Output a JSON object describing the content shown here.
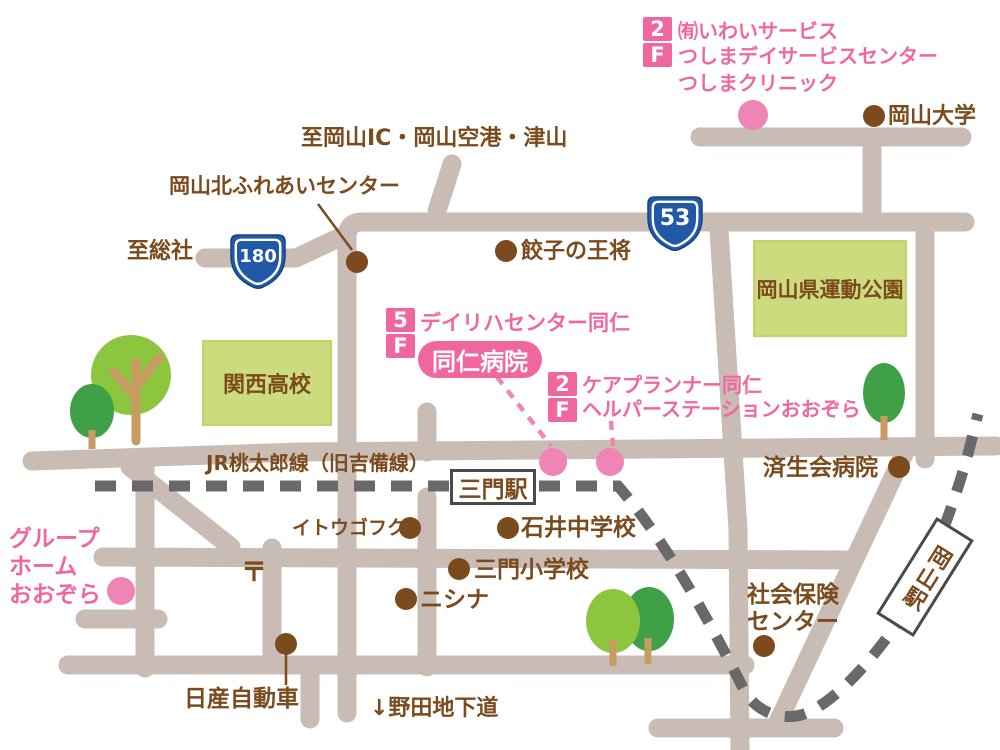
{
  "colors": {
    "road": "#c8bcb5",
    "railway": "#696969",
    "text_brown": "#7b4a1d",
    "text_pink": "#f0679f",
    "dot_pink": "#ee85b5",
    "green_area": "#cddb7f",
    "tree_light": "#8cc63f",
    "tree_dark": "#3fa048",
    "trunk": "#c79b62",
    "route_badge_blue": "#2159a8"
  },
  "routes": {
    "r53": "53",
    "r180": "180"
  },
  "directions": {
    "to_ic": "至岡山IC・岡山空港・津山",
    "to_sosha": "至総社",
    "noda_underpass": "↓野田地下道"
  },
  "rail": {
    "jr_line": "JR桃太郎線（旧吉備線）",
    "mikado_station": "三門駅",
    "okayama_station": "岡山駅"
  },
  "areas": {
    "kansai_high_school": "関西高校",
    "undo_park": "岡山県運動公園"
  },
  "pink_facilities": {
    "iwai_badge": {
      "l1": "2",
      "l2": "F"
    },
    "iwai_line1": "㈲いわいサービス",
    "iwai_line2": "つしまデイサービスセンター",
    "iwai_line3": "つしまクリニック",
    "dayreha_badge": {
      "l1": "5",
      "l2": "F"
    },
    "dayreha": "デイリハセンター同仁",
    "dojin_hospital": "同仁病院",
    "care_badge": {
      "l1": "2",
      "l2": "F"
    },
    "careplanner": "ケアプランナー同仁",
    "helper_station": "ヘルパーステーションおおぞら",
    "group_home": [
      "グループ",
      "ホーム",
      "おおぞら"
    ]
  },
  "landmarks": {
    "kitafureai": "岡山北ふれあいセンター",
    "gyoza_no_ohsho": "餃子の王将",
    "okayama_university": "岡山大学",
    "itogofuku": "イトウゴフク",
    "ishii_jhs": "石井中学校",
    "mikado_es": "三門小学校",
    "nishina": "ニシナ",
    "nissan": "日産自動車",
    "saiseikai_hospital": "済生会病院",
    "shakai_hoken_line1": "社会保険",
    "shakai_hoken_line2": "センター",
    "post_office_mark": "〒"
  }
}
